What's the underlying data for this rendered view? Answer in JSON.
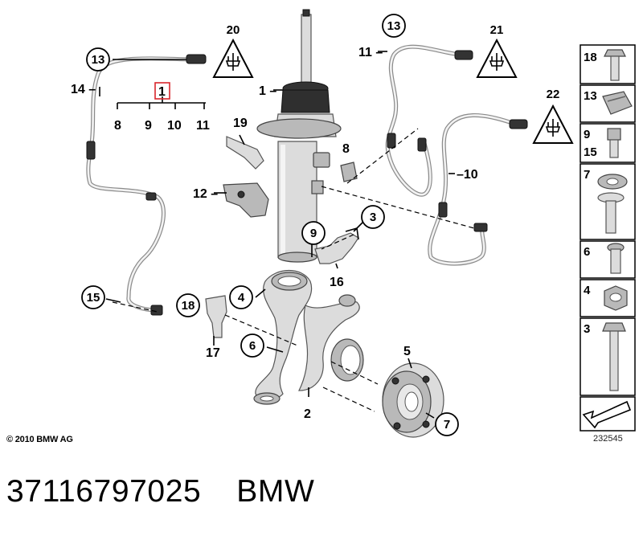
{
  "diagram": {
    "labels": {
      "p1": "1",
      "p2": "2",
      "p3": "3",
      "p4": "4",
      "p5": "5",
      "p6": "6",
      "p7": "7",
      "p8_sub": "8",
      "p9_sub": "9",
      "p10_sub": "10",
      "p11_sub": "11",
      "p8": "8",
      "p9": "9",
      "p10": "10",
      "p11": "11",
      "p12": "12",
      "p13a": "13",
      "p13b": "13",
      "p14": "14",
      "p15": "15",
      "p16": "16",
      "p17": "17",
      "p18": "18",
      "p19": "19",
      "p20": "20",
      "p21": "21",
      "p22": "22"
    },
    "highlight_color": "#d9262c"
  },
  "sidebar": {
    "items": [
      "18",
      "13",
      "9",
      "15",
      "7",
      "6",
      "4",
      "3"
    ]
  },
  "copyright": "© 2010 BMW AG",
  "drawing_number": "232545",
  "caption": {
    "part_number": "37116797025",
    "brand": "BMW"
  }
}
